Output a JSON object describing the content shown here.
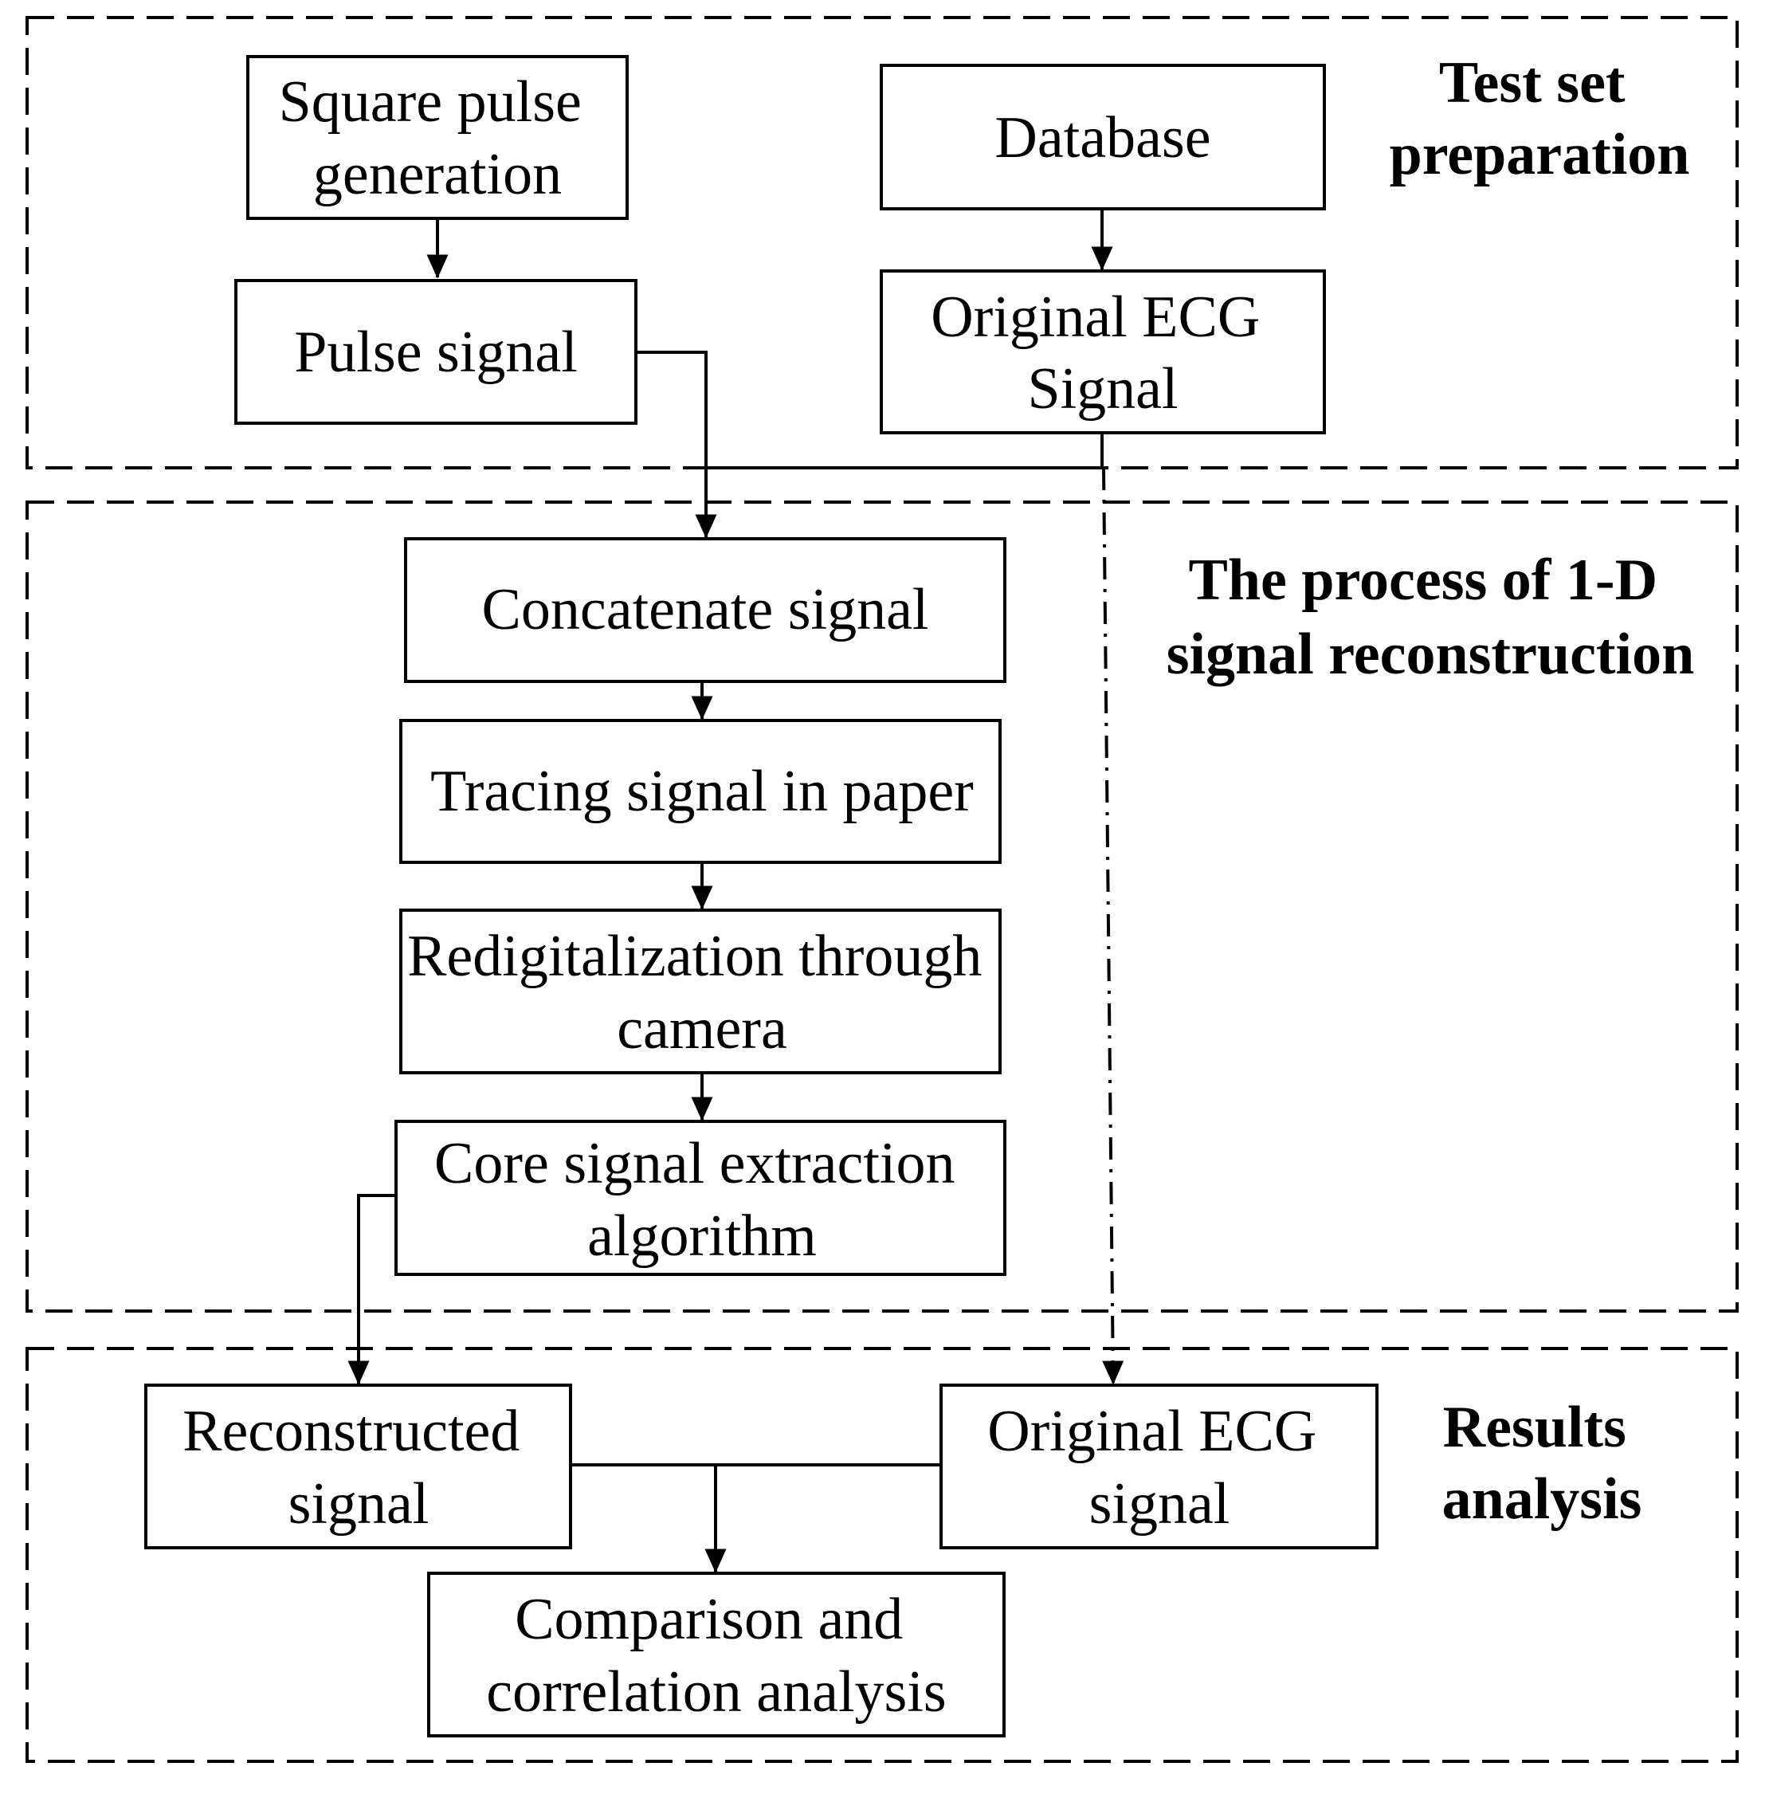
{
  "regions": {
    "test_set": [
      "Test set",
      "preparation"
    ],
    "process": [
      "The process of 1-D",
      "signal reconstruction"
    ],
    "results": [
      "Results",
      "analysis"
    ]
  },
  "boxes": {
    "square_pulse": [
      "Square pulse",
      "generation"
    ],
    "pulse_signal": [
      "Pulse signal"
    ],
    "database": [
      "Database"
    ],
    "original_ecg_top": [
      "Original ECG",
      "Signal"
    ],
    "concatenate": [
      "Concatenate signal"
    ],
    "tracing": [
      "Tracing signal in paper"
    ],
    "redigitalization": [
      "Redigitalization through",
      "camera"
    ],
    "core_extraction": [
      "Core signal extraction",
      "algorithm"
    ],
    "reconstructed": [
      "Reconstructed",
      "signal"
    ],
    "original_ecg_bottom": [
      "Original ECG",
      "signal"
    ],
    "comparison": [
      "Comparison and",
      "correlation analysis"
    ]
  }
}
